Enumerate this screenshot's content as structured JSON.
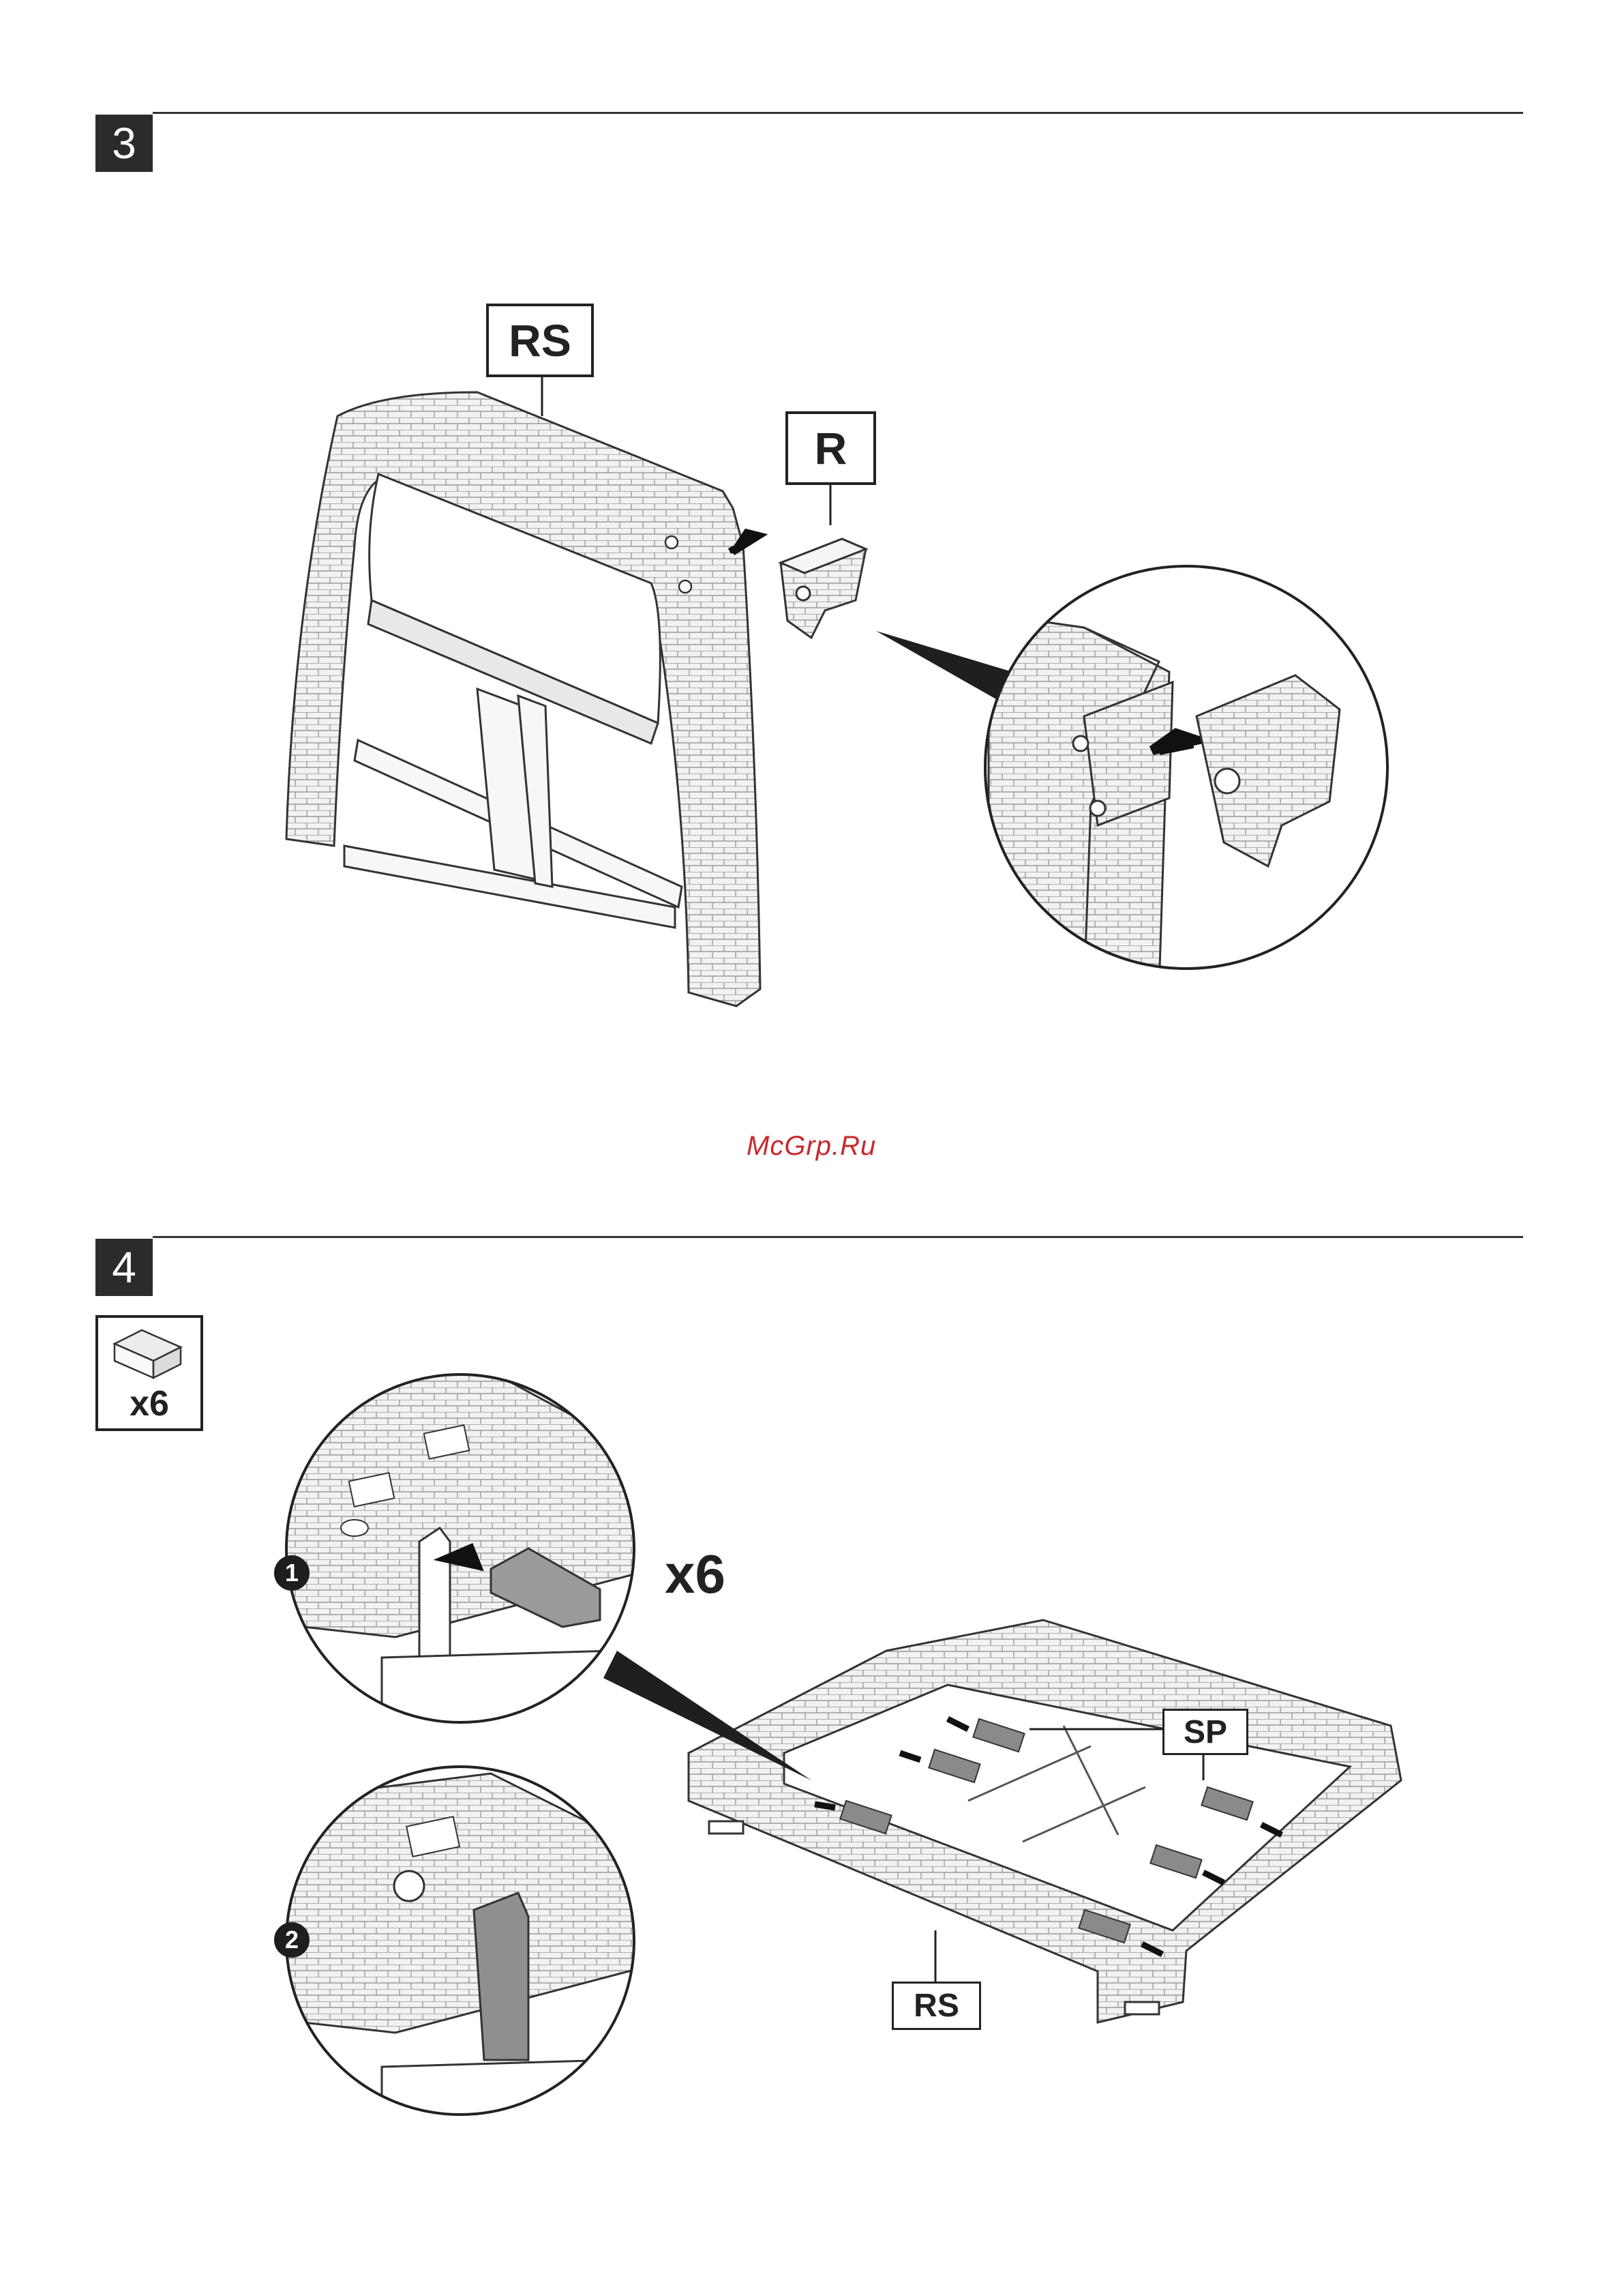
{
  "watermark": "McGrp.Ru",
  "step3": {
    "number": "3",
    "labels": {
      "backrest": "RS",
      "part": "R"
    }
  },
  "step4": {
    "number": "4",
    "part_count": "x6",
    "labels": {
      "spacer": "SP",
      "seat": "RS",
      "quantity": "x6",
      "detail_1": "1",
      "detail_2": "2"
    }
  }
}
